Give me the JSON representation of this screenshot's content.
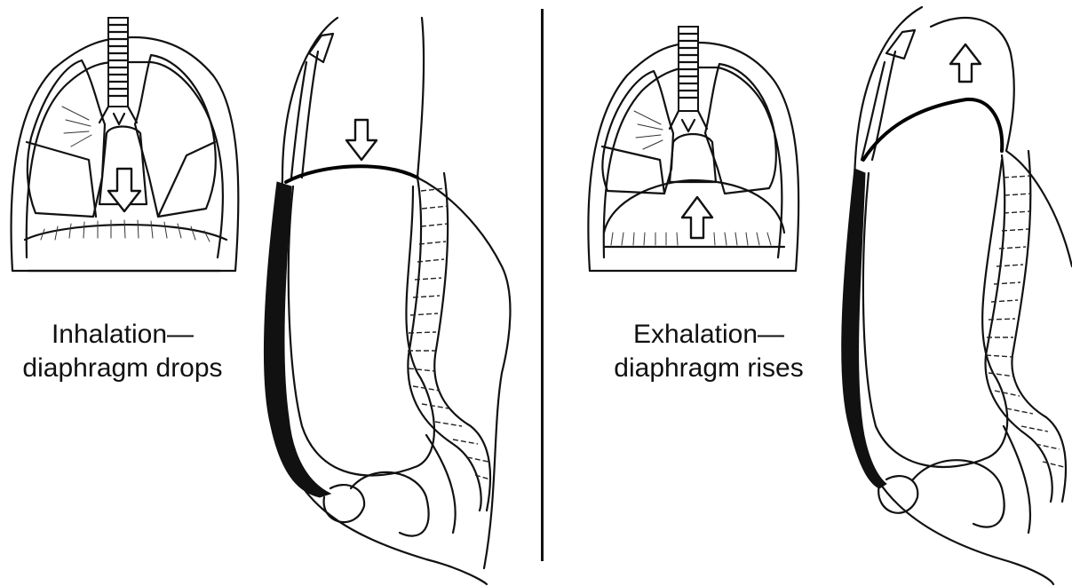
{
  "inhalation": {
    "caption_line1": "Inhalation—",
    "caption_line2": "diaphragm drops",
    "arrow_direction": "down"
  },
  "exhalation": {
    "caption_line1": "Exhalation—",
    "caption_line2": "diaphragm rises",
    "arrow_direction": "up"
  }
}
